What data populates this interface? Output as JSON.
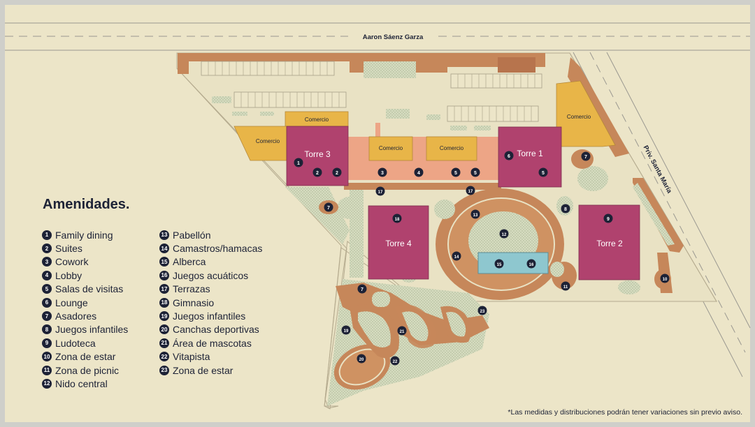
{
  "road": {
    "name": "Aaron Sáenz Garza"
  },
  "side_road": {
    "name": "Priv. Santa María"
  },
  "towers": [
    {
      "id": "torre-3",
      "label": "Torre 3"
    },
    {
      "id": "torre-1",
      "label": "Torre 1"
    },
    {
      "id": "torre-4",
      "label": "Torre 4"
    },
    {
      "id": "torre-2",
      "label": "Torre 2"
    }
  ],
  "commercial_label": "Comercio",
  "legend": {
    "title": "Amenidades.",
    "items": [
      {
        "num": "1",
        "label": "Family dining"
      },
      {
        "num": "2",
        "label": "Suites"
      },
      {
        "num": "3",
        "label": "Cowork"
      },
      {
        "num": "4",
        "label": "Lobby"
      },
      {
        "num": "5",
        "label": "Salas de visitas"
      },
      {
        "num": "6",
        "label": "Lounge"
      },
      {
        "num": "7",
        "label": "Asadores"
      },
      {
        "num": "8",
        "label": "Juegos infantiles"
      },
      {
        "num": "9",
        "label": "Ludoteca"
      },
      {
        "num": "10",
        "label": "Zona de estar"
      },
      {
        "num": "11",
        "label": "Zona de picnic"
      },
      {
        "num": "12",
        "label": "Nido central"
      },
      {
        "num": "13",
        "label": "Pabellón"
      },
      {
        "num": "14",
        "label": "Camastros/hamacas"
      },
      {
        "num": "15",
        "label": "Alberca"
      },
      {
        "num": "16",
        "label": "Juegos acuáticos"
      },
      {
        "num": "17",
        "label": "Terrazas"
      },
      {
        "num": "18",
        "label": "Gimnasio"
      },
      {
        "num": "19",
        "label": "Juegos infantiles"
      },
      {
        "num": "20",
        "label": "Canchas deportivas"
      },
      {
        "num": "21",
        "label": "Área de mascotas"
      },
      {
        "num": "22",
        "label": "Vitapista"
      },
      {
        "num": "23",
        "label": "Zona de estar"
      }
    ]
  },
  "disclaimer": "*Las medidas y distribuciones podrán tener variaciones sin previo aviso.",
  "colors": {
    "background": "#ece5c8",
    "tower": "#b0426e",
    "commercial": "#e8b548",
    "amenity_strip": "#eda586",
    "path": "#c6875a",
    "green": "#d7dfc4",
    "pool": "#8ec7cf",
    "marker": "#1d2236"
  }
}
